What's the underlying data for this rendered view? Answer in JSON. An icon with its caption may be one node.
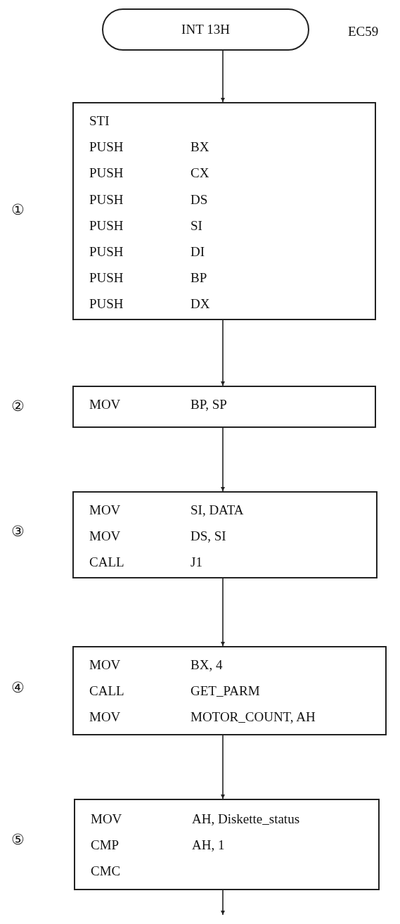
{
  "diagram": {
    "nodes": [
      {
        "text": [
          "INT 13H"
        ],
        "beside": [
          "EC59"
        ]
      },
      {
        "text": [
          "STI",
          "PUSH",
          "BX",
          "PUSH",
          "CX",
          "PUSH",
          "DS",
          "PUSH",
          "SI",
          "PUSH",
          "DI",
          "PUSH",
          "BP",
          "PUSH",
          "DX"
        ]
      },
      {
        "text": [
          "MOV",
          "BP, SP"
        ]
      },
      {
        "text": [
          "MOV",
          "SI, DATA",
          "MOV",
          "DS, SI",
          "CALL",
          "J1"
        ]
      },
      {
        "text": [
          "MOV",
          "BX, 4",
          "CALL",
          "GET_PARM",
          "MOV",
          "MOTOR_COUNT, AH"
        ]
      },
      {
        "text": [
          "MOV",
          "AH, Diskette_status",
          "CMP",
          "AH, 1",
          "CMC"
        ]
      }
    ],
    "edges": [
      {
        "from": 0,
        "to": 1,
        "arrow": "to"
      },
      {
        "from": 1,
        "to": 2,
        "arrow": "to"
      },
      {
        "from": 2,
        "to": 3,
        "arrow": "to"
      },
      {
        "from": 3,
        "to": 4,
        "arrow": "to"
      },
      {
        "from": 4,
        "to": 5,
        "arrow": "to"
      },
      {
        "from": 5,
        "to": null,
        "arrow": "to"
      }
    ],
    "labels": [
      "①",
      "②",
      "③",
      "④",
      "⑤"
    ]
  }
}
